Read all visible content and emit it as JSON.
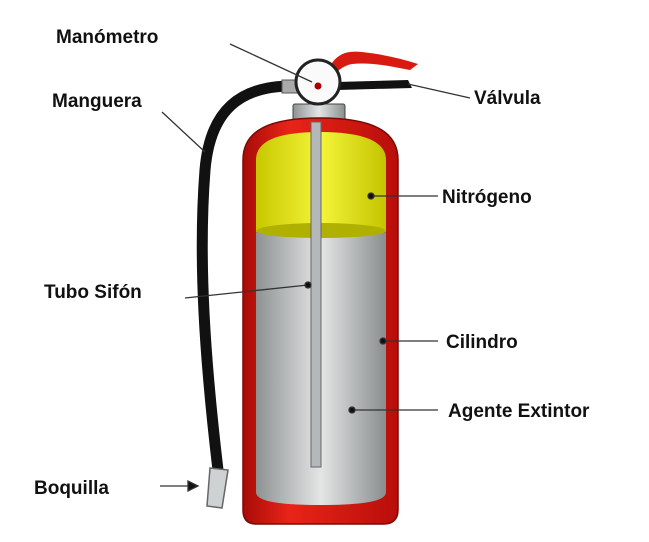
{
  "labels": {
    "manometro": "Manómetro",
    "manguera": "Manguera",
    "valvula": "Válvula",
    "nitrogeno": "Nitrógeno",
    "tubo_sifon": "Tubo Sifón",
    "cilindro": "Cilindro",
    "agente_extintor": "Agente Extintor",
    "boquilla": "Boquilla"
  },
  "colors": {
    "cylinder": "#d81a10",
    "nitrogen": "#e8e800",
    "agent": "#b8bbbb",
    "hose": "#111111"
  }
}
